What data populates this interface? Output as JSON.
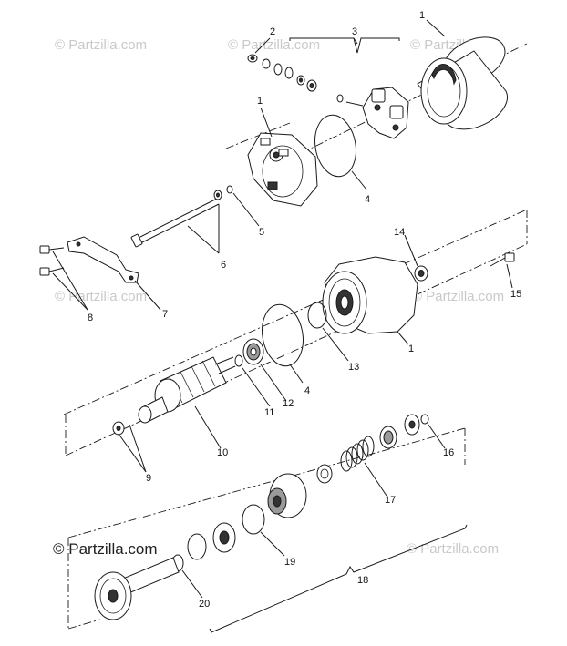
{
  "watermarks": {
    "wm1": "© Partzilla.com",
    "wm2": "© Partzilla.com",
    "wm3": "© Partzilla.com",
    "wm4": "© Partzilla.com",
    "wm5": "© Partzilla.com",
    "wm6": "© Partzilla.com",
    "wm7": "© Partzilla.com"
  },
  "callouts": {
    "c1a": "1",
    "c2": "2",
    "c3": "3",
    "c1b": "1",
    "c4a": "4",
    "c5": "5",
    "c6": "6",
    "c14": "14",
    "c15": "15",
    "c7": "7",
    "c8": "8",
    "c1c": "1",
    "c13": "13",
    "c4b": "4",
    "c12": "12",
    "c11": "11",
    "c10": "10",
    "c9": "9",
    "c16": "16",
    "c17": "17",
    "c19": "19",
    "c18": "18",
    "c20": "20"
  }
}
